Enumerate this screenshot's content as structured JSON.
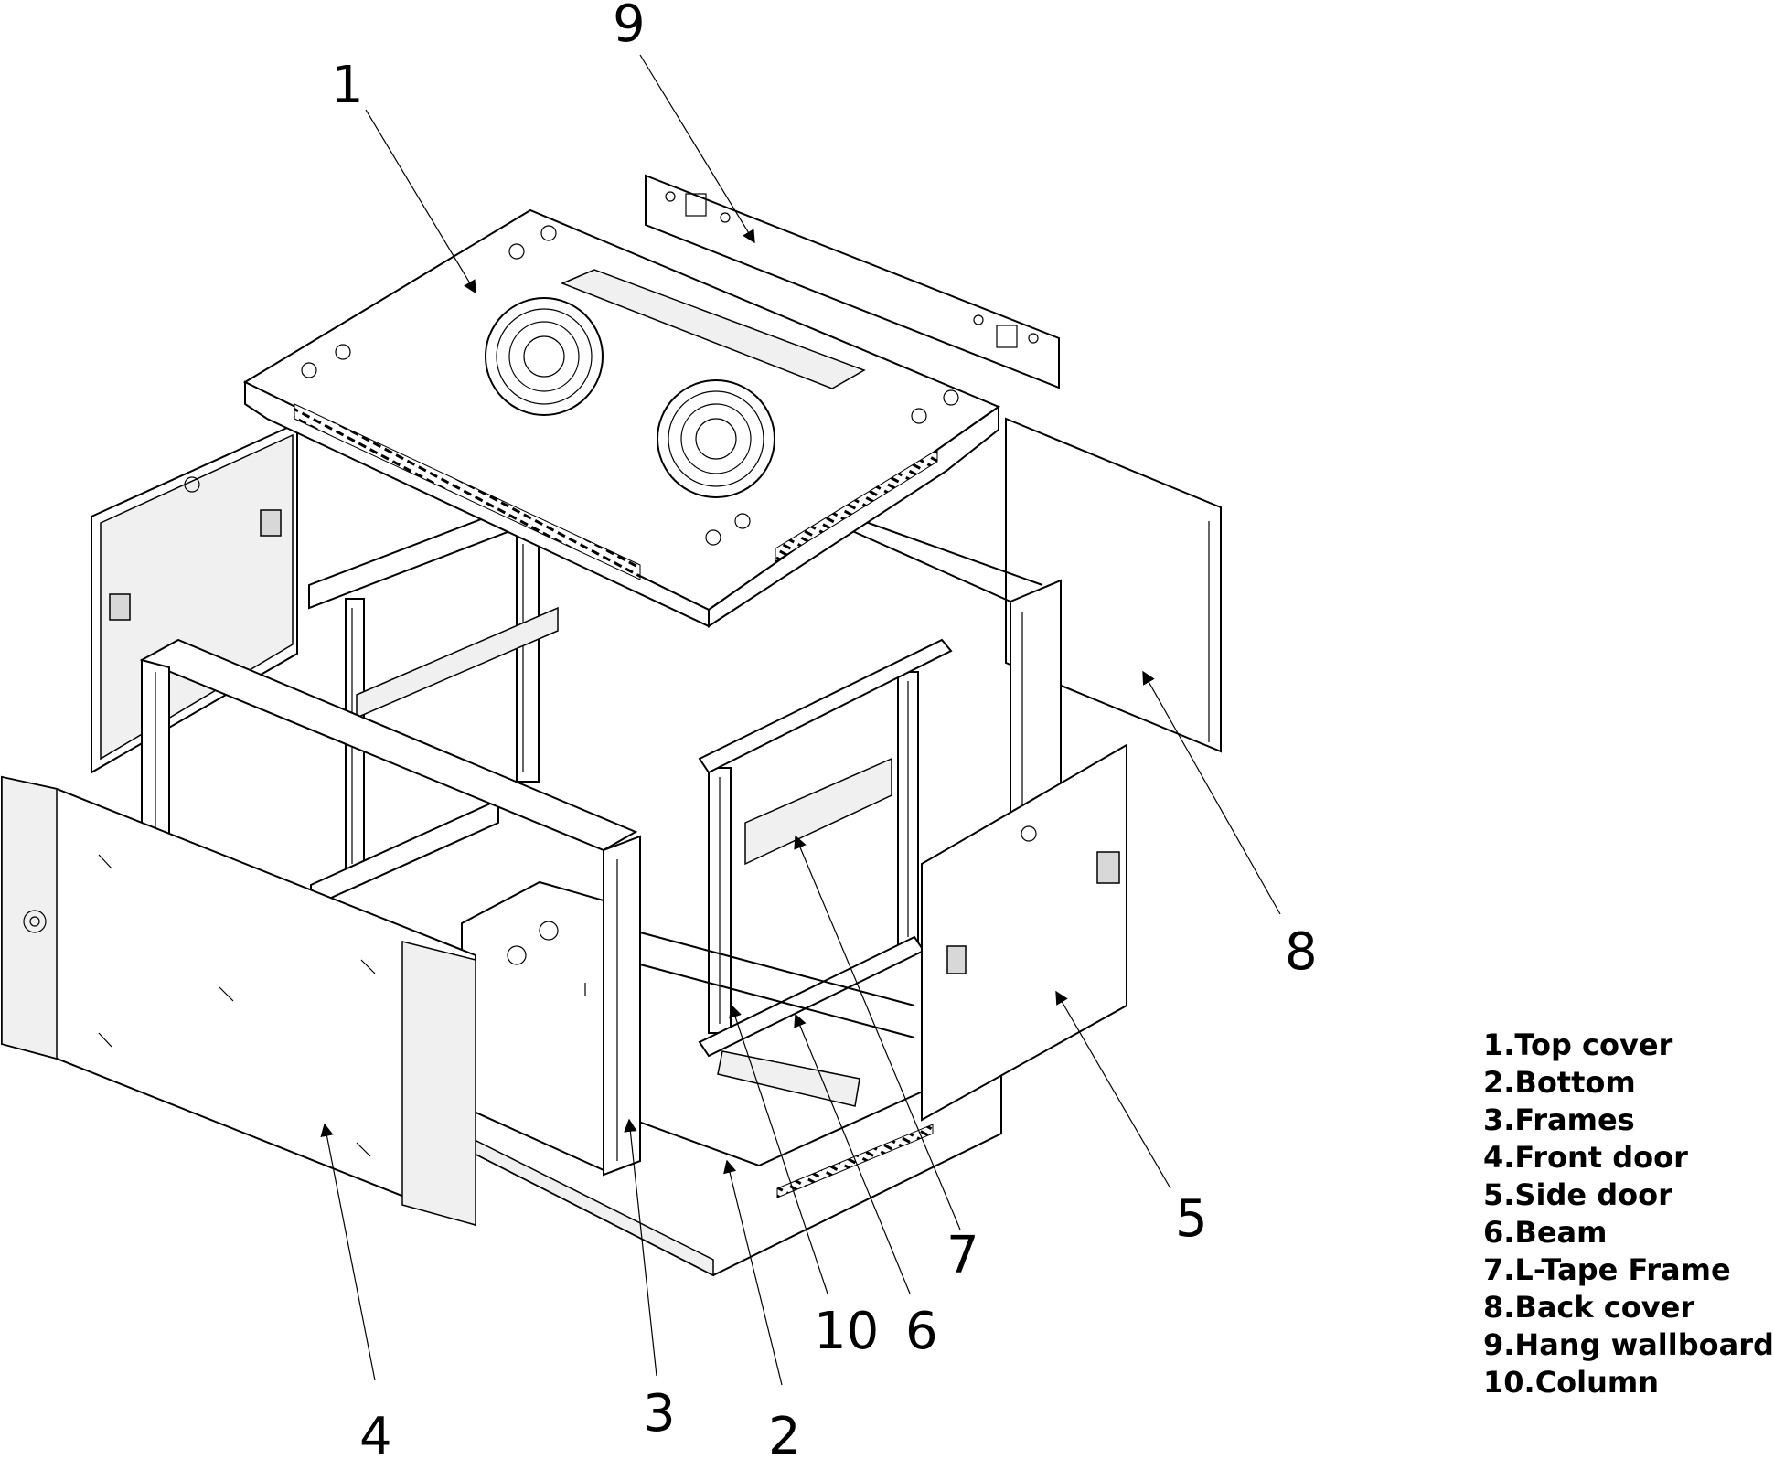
{
  "callouts": [
    "1",
    "2",
    "3",
    "4",
    "5",
    "6",
    "7",
    "8",
    "9",
    "10"
  ],
  "legend": [
    "1.Top cover",
    "2.Bottom",
    "3.Frames",
    "4.Front door",
    "5.Side door",
    "6.Beam",
    "7.L-Tape Frame",
    "8.Back cover",
    "9.Hang wallboard",
    "10.Column"
  ]
}
